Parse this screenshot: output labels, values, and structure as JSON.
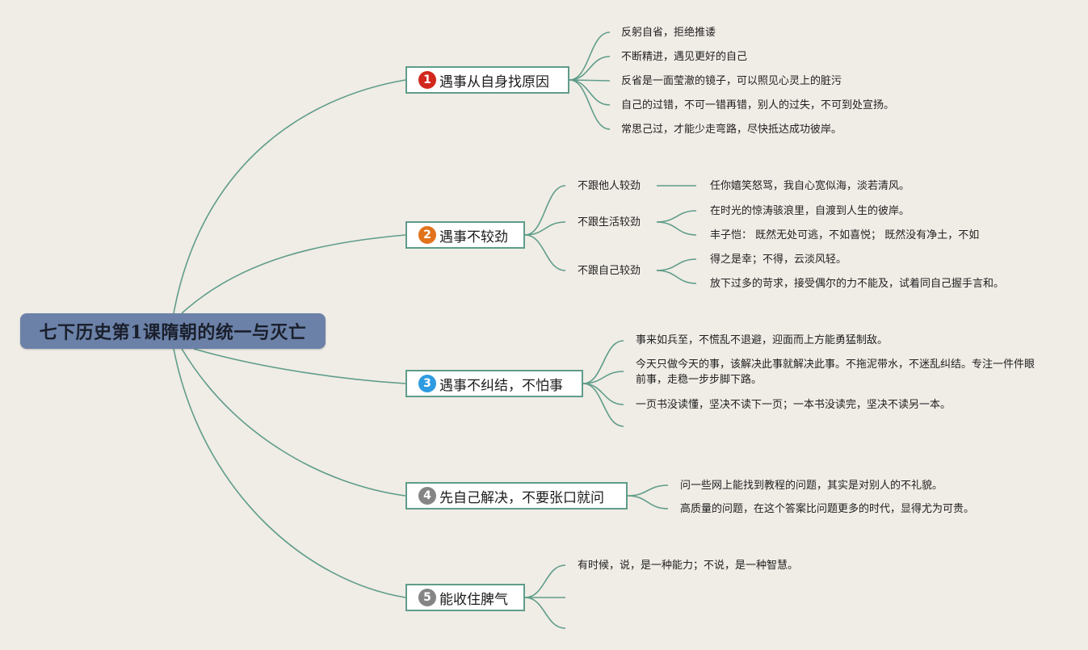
{
  "root": {
    "title": "七下历史第1课隋朝的统一与灭亡"
  },
  "branches": [
    {
      "badge": "1",
      "badge_color": "#d2281e",
      "label": "遇事从自身找原因",
      "leaves": [
        "反躬自省，拒绝推诿",
        "不断精进，遇见更好的自己",
        "反省是一面莹澈的镜子，可以照见心灵上的脏污",
        "自己的过错，不可一错再错，别人的过失，不可到处宣扬。",
        "常思己过，才能少走弯路，尽快抵达成功彼岸。"
      ]
    },
    {
      "badge": "2",
      "badge_color": "#e2731c",
      "label": "遇事不较劲",
      "subs": [
        {
          "label": "不跟他人较劲",
          "leaves": [
            "任你嬉笑怒骂，我自心宽似海，淡若清风。"
          ]
        },
        {
          "label": "不跟生活较劲",
          "leaves": [
            "在时光的惊涛骇浪里，自渡到人生的彼岸。",
            "丰子恺： 既然无处可逃，不如喜悦； 既然没有净土，不如"
          ]
        },
        {
          "label": "不跟自己较劲",
          "leaves": [
            "得之是幸；不得，云淡风轻。",
            "放下过多的苛求，接受偶尔的力不能及，试着同自己握手言和。"
          ]
        }
      ]
    },
    {
      "badge": "3",
      "badge_color": "#2e9be0",
      "label": "遇事不纠结，不怕事",
      "leaves": [
        "事来如兵至，不慌乱不退避，迎面而上方能勇猛制敌。",
        "今天只做今天的事，该解决此事就解决此事。不拖泥带水，不迷乱纠结。专注一件件眼前事，走稳一步步脚下路。",
        "一页书没读懂，坚决不读下一页；一本书没读完，坚决不读另一本。"
      ]
    },
    {
      "badge": "4",
      "badge_color": "#858585",
      "label": "先自己解决，不要张口就问",
      "leaves": [
        "问一些网上能找到教程的问题，其实是对别人的不礼貌。",
        "高质量的问题，在这个答案比问题更多的时代，显得尤为可贵。"
      ]
    },
    {
      "badge": "5",
      "badge_color": "#858585",
      "label": "能收住脾气",
      "leaves": [
        "有时候，说，是一种能力；不说，是一种智慧。"
      ]
    }
  ],
  "colors": {
    "line": "#5f9d8a",
    "root_fill": "#6b81a8",
    "background": "#f0ece6"
  }
}
